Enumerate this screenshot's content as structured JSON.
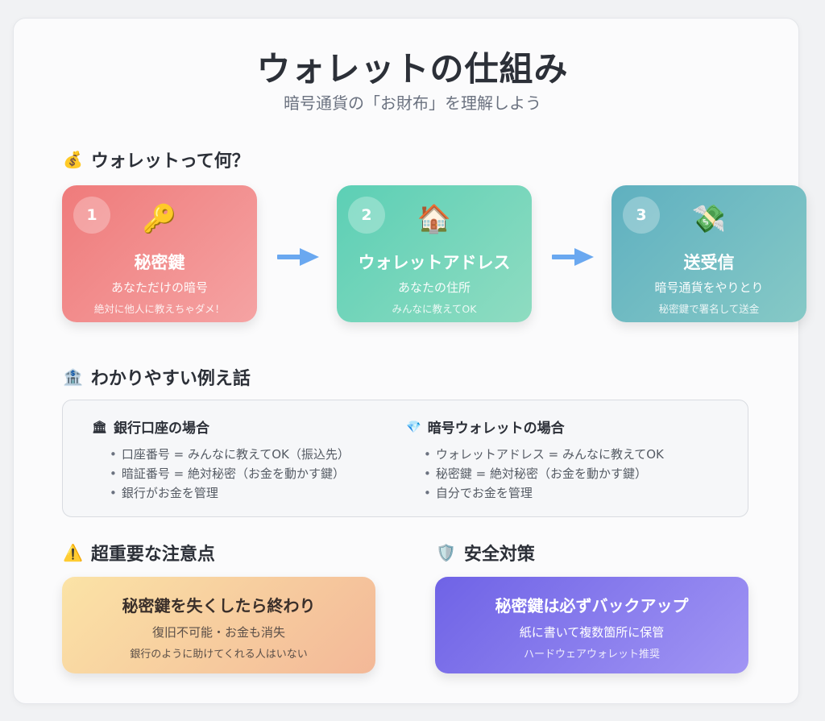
{
  "header": {
    "title": "ウォレットの仕組み",
    "subtitle": "暗号通貨の「お財布」を理解しよう"
  },
  "section1": {
    "icon": "💰",
    "title": "ウォレットって何？",
    "steps": [
      {
        "num": "1",
        "icon": "🔑",
        "name": "秘密鍵",
        "desc": "あなただけの暗号",
        "note": "絶対に他人に教えちゃダメ！"
      },
      {
        "num": "2",
        "icon": "🏠",
        "name": "ウォレットアドレス",
        "desc": "あなたの住所",
        "note": "みんなに教えてOK"
      },
      {
        "num": "3",
        "icon": "💸",
        "name": "送受信",
        "desc": "暗号通貨をやりとり",
        "note": "秘密鍵で署名して送金"
      }
    ]
  },
  "section2": {
    "icon": "🏦",
    "title": "わかりやすい例え話",
    "bank": {
      "icon": "🏛",
      "title": "銀行口座の場合",
      "items": [
        "口座番号 = みんなに教えてOK（振込先）",
        "暗証番号 = 絶対秘密（お金を動かす鍵）",
        "銀行がお金を管理"
      ]
    },
    "wallet": {
      "icon": "💎",
      "title": "暗号ウォレットの場合",
      "items": [
        "ウォレットアドレス = みんなに教えてOK",
        "秘密鍵 = 絶対秘密（お金を動かす鍵）",
        "自分でお金を管理"
      ]
    }
  },
  "warning": {
    "icon": "⚠️",
    "title": "超重要な注意点",
    "box_title": "秘密鍵を失くしたら終わり",
    "line1": "復旧不可能・お金も消失",
    "line2": "銀行のように助けてくれる人はいない"
  },
  "safety": {
    "icon": "🛡️",
    "title": "安全対策",
    "box_title": "秘密鍵は必ずバックアップ",
    "line1": "紙に書いて複数箇所に保管",
    "line2": "ハードウェアウォレット推奨"
  },
  "colors": {
    "step1": "#ef7b7b",
    "step2": "#5ccfb5",
    "step3": "#5fb0c0",
    "arrow": "#6aa8f0",
    "safety": "#6f63e6",
    "warning": "#fbe3a6"
  }
}
